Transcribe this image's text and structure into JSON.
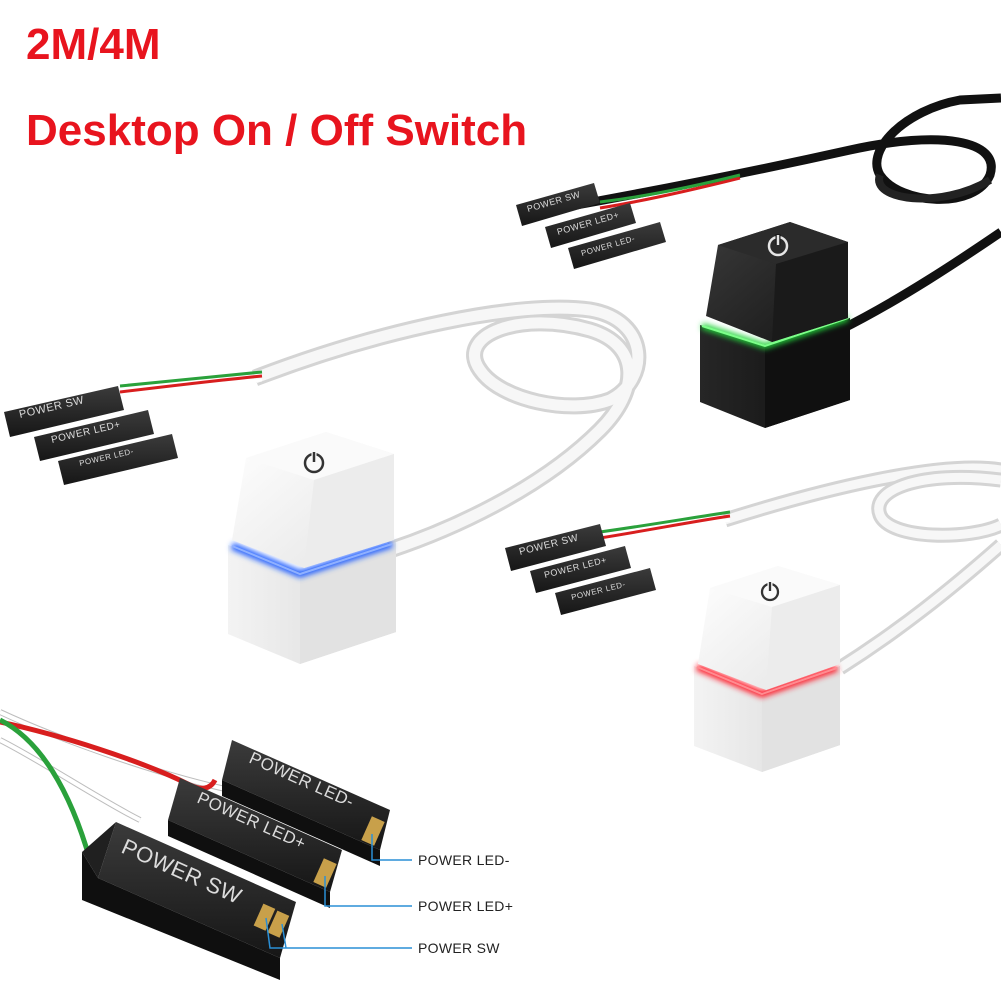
{
  "title": {
    "line1": "2M/4M",
    "line2": "Desktop On / Off Switch"
  },
  "connectors": {
    "power_sw": "POWER SW",
    "power_led_plus": "POWER LED+",
    "power_led_minus": "POWER LED-"
  },
  "callouts": {
    "led_minus": "POWER LED-",
    "led_plus": "POWER LED+",
    "sw": "POWER SW"
  },
  "icons": {
    "power": "power-icon"
  },
  "colors": {
    "title": "#e8141e",
    "led_blue": "#1f5cff",
    "led_green": "#22d43a",
    "led_red": "#ff1f2a",
    "callout_line": "#2a8fd6",
    "wire_red": "#d81e1e",
    "wire_green": "#2aa13b"
  }
}
